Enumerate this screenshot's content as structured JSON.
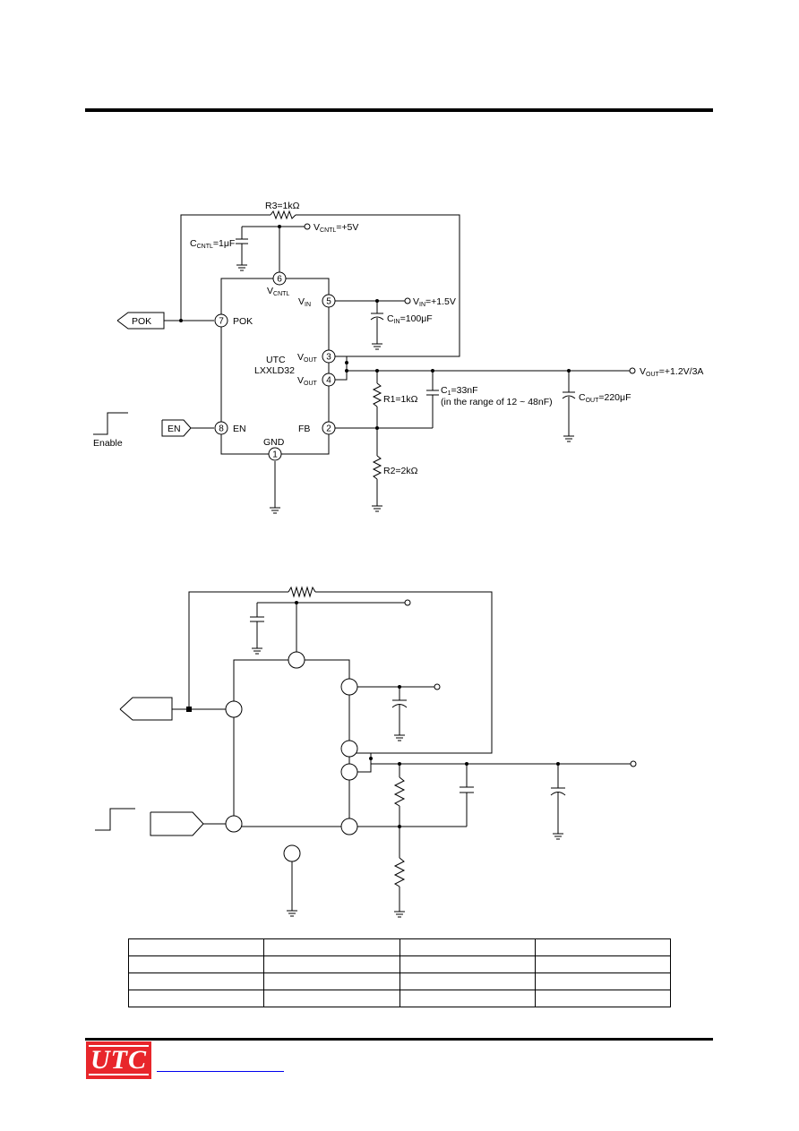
{
  "logo": {
    "text": "UTC",
    "color": "#e8262b"
  },
  "footer": {
    "link_text": ""
  },
  "circuit1": {
    "r3": "R3=1kΩ",
    "ccntl": "C=1μF",
    "ccntl_sub": "CNTL",
    "vcntl": "V=+5V",
    "vcntl_sub": "CNTL",
    "vcntl_pin_sub": "CNTL",
    "vin_pin": "V",
    "vin_pin_sub": "IN",
    "vin": "V=+1.5V",
    "vin_sub": "IN",
    "cin": "C=100μF",
    "cin_sub": "IN",
    "pok_tag": "POK",
    "pok_pin": "POK",
    "chip_line1": "UTC",
    "chip_line2": "LXXLD32",
    "vout_pin_a": "V",
    "vout_pin_a_sub": "OUT",
    "vout_pin_b": "V",
    "vout_pin_b_sub": "OUT",
    "vout": "V=+1.2V/3A",
    "vout_sub": "OUT",
    "r1": "R1=1kΩ",
    "c1": "C=33nF",
    "c1_sub": "1",
    "c1_range": "(in the range of 12 ~ 48nF)",
    "cout": "C=220μF",
    "cout_sub": "OUT",
    "en_tag": "EN",
    "en_pin": "EN",
    "enable": "Enable",
    "fb_pin": "FB",
    "gnd_pin": "GND",
    "r2": "R2=2kΩ",
    "pins": [
      "6",
      "5",
      "7",
      "3",
      "4",
      "8",
      "2",
      "1"
    ]
  },
  "table": {
    "rows": 4,
    "columns": 4
  }
}
